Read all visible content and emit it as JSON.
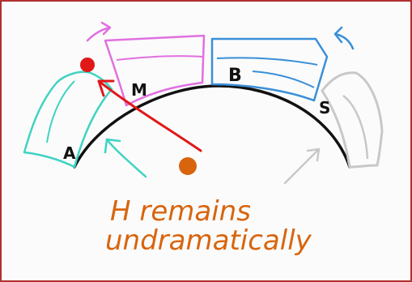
{
  "labels": {
    "a": "A",
    "m": "M",
    "b": "B",
    "s": "S"
  },
  "caption": {
    "line1": "H remains",
    "line2": "undramatically"
  },
  "colors": {
    "border": "#b03030",
    "arc": "#111111",
    "a_segment": "#3fd3c3",
    "m_segment": "#e070e0",
    "b_segment": "#3a8fd8",
    "s_segment": "#c8c8c8",
    "red": "#e01818",
    "orange": "#d8650e"
  }
}
